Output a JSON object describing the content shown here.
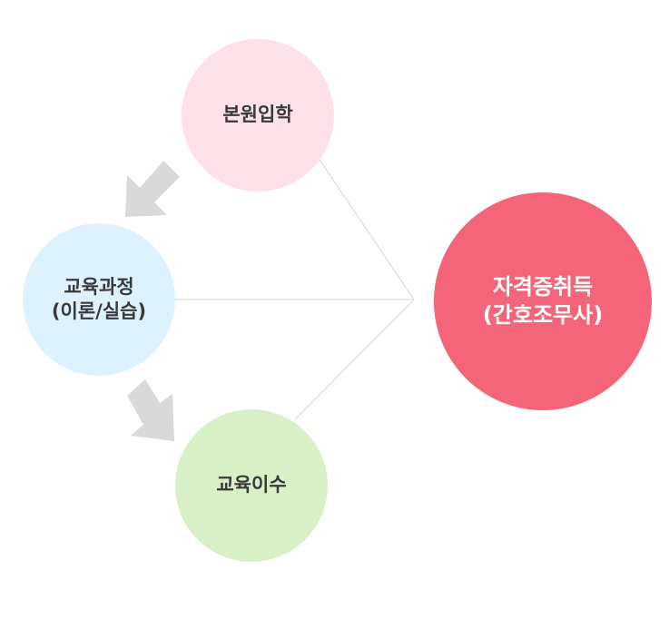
{
  "colors": {
    "admission": "#fde1e9",
    "curriculum": "#ddf2fc",
    "completion": "#d9efc5",
    "certification": "#f4657a",
    "arrow": "#d9d9d9",
    "connector": "#dcdcdc"
  },
  "nodes": {
    "admission": {
      "label": "본원입학"
    },
    "curriculum": {
      "line1": "교육과정",
      "line2": "(이론/실습)"
    },
    "completion": {
      "label": "교육이수"
    },
    "certification": {
      "line1": "자격증취득",
      "line2": "(간호조무사)"
    }
  },
  "icons": [
    "arrow-down-left-icon",
    "arrow-down-right-icon"
  ]
}
